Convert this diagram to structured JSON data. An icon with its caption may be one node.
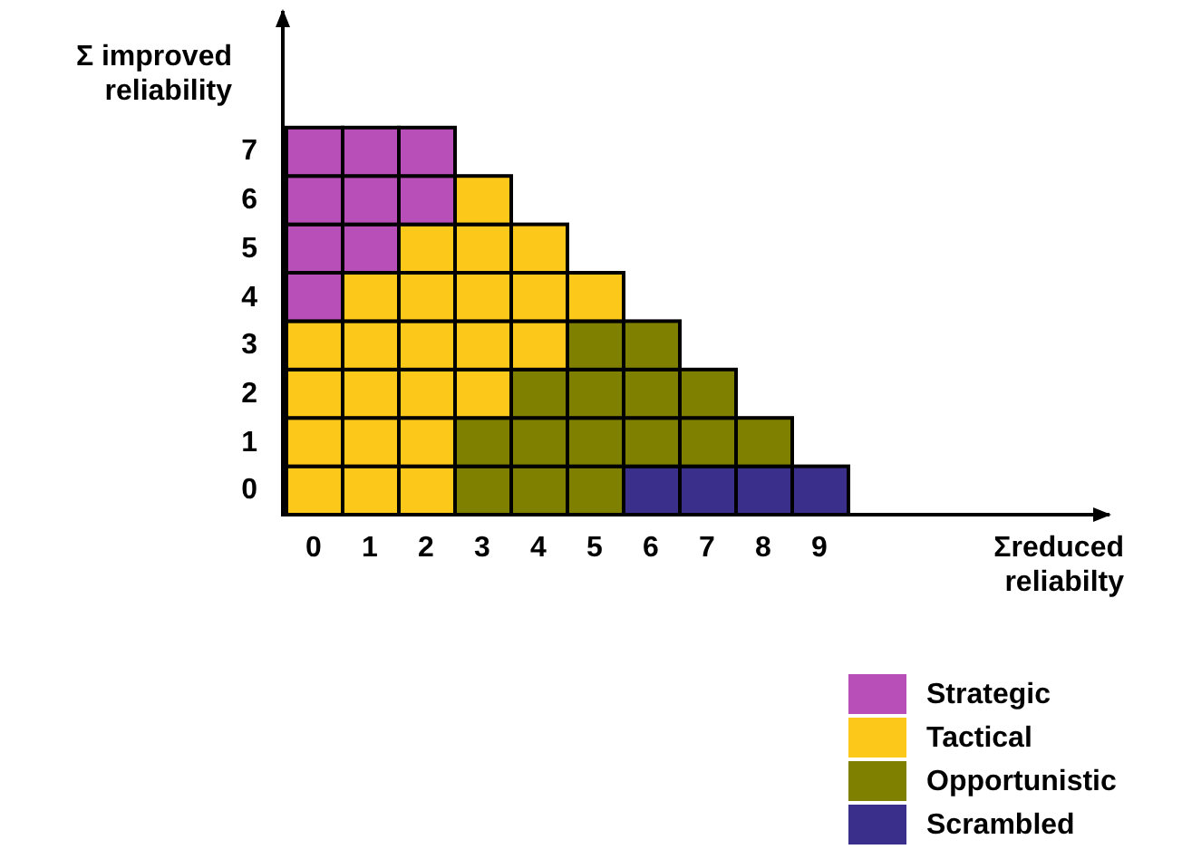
{
  "diagram": {
    "labels": [
      "Σ improved reliability",
      "7",
      "6",
      "5",
      "4",
      "3",
      "2",
      "1",
      "0",
      "0",
      "1",
      "2",
      "3",
      "4",
      "5",
      "6",
      "7",
      "8",
      "9",
      "Σreduced reliabilty"
    ],
    "legend": [
      {
        "text": "Strategic",
        "color": "#b84fb8"
      },
      {
        "text": "Tactical",
        "color": "#fcc81a"
      },
      {
        "text": "Opportunistic",
        "color": "#808000"
      },
      {
        "text": "Scrambled",
        "color": "#3a2f8a"
      }
    ]
  }
}
